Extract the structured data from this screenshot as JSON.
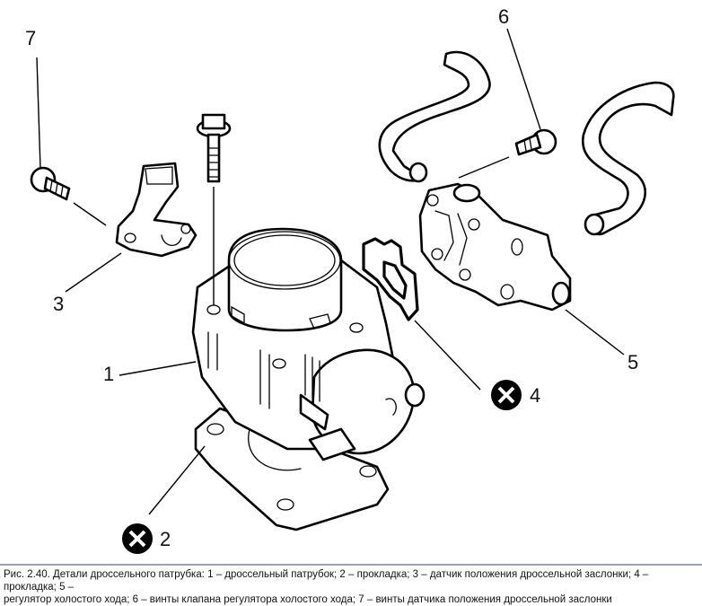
{
  "figure": {
    "title": "Детали дроссельного патрубка",
    "callouts": [
      {
        "number": "1",
        "part": "дроссельный патрубок",
        "replace_marker": false
      },
      {
        "number": "2",
        "part": "прокладка",
        "replace_marker": true
      },
      {
        "number": "3",
        "part": "датчик положения дроссельной заслонки",
        "replace_marker": false
      },
      {
        "number": "4",
        "part": "прокладка",
        "replace_marker": true
      },
      {
        "number": "5",
        "part": "регулятор холостого хода",
        "replace_marker": false
      },
      {
        "number": "6",
        "part": "винты клапана регулятора холостого хода",
        "replace_marker": false
      },
      {
        "number": "7",
        "part": "винты датчика положения дроссельной заслонки",
        "replace_marker": false
      }
    ],
    "marker_icon": "replace-part-cross-icon"
  },
  "caption": {
    "line1": "Рис. 2.40. Детали дроссельного патрубка: 1 – дроссельный патрубок; 2 – прокладка; 3 – датчик положения дроссельной заслонки; 4 – прокладка; 5 –",
    "line2": "регулятор холостого хода; 6 – винты клапана регулятора холостого хода; 7 – винты датчика положения дроссельной заслонки"
  }
}
